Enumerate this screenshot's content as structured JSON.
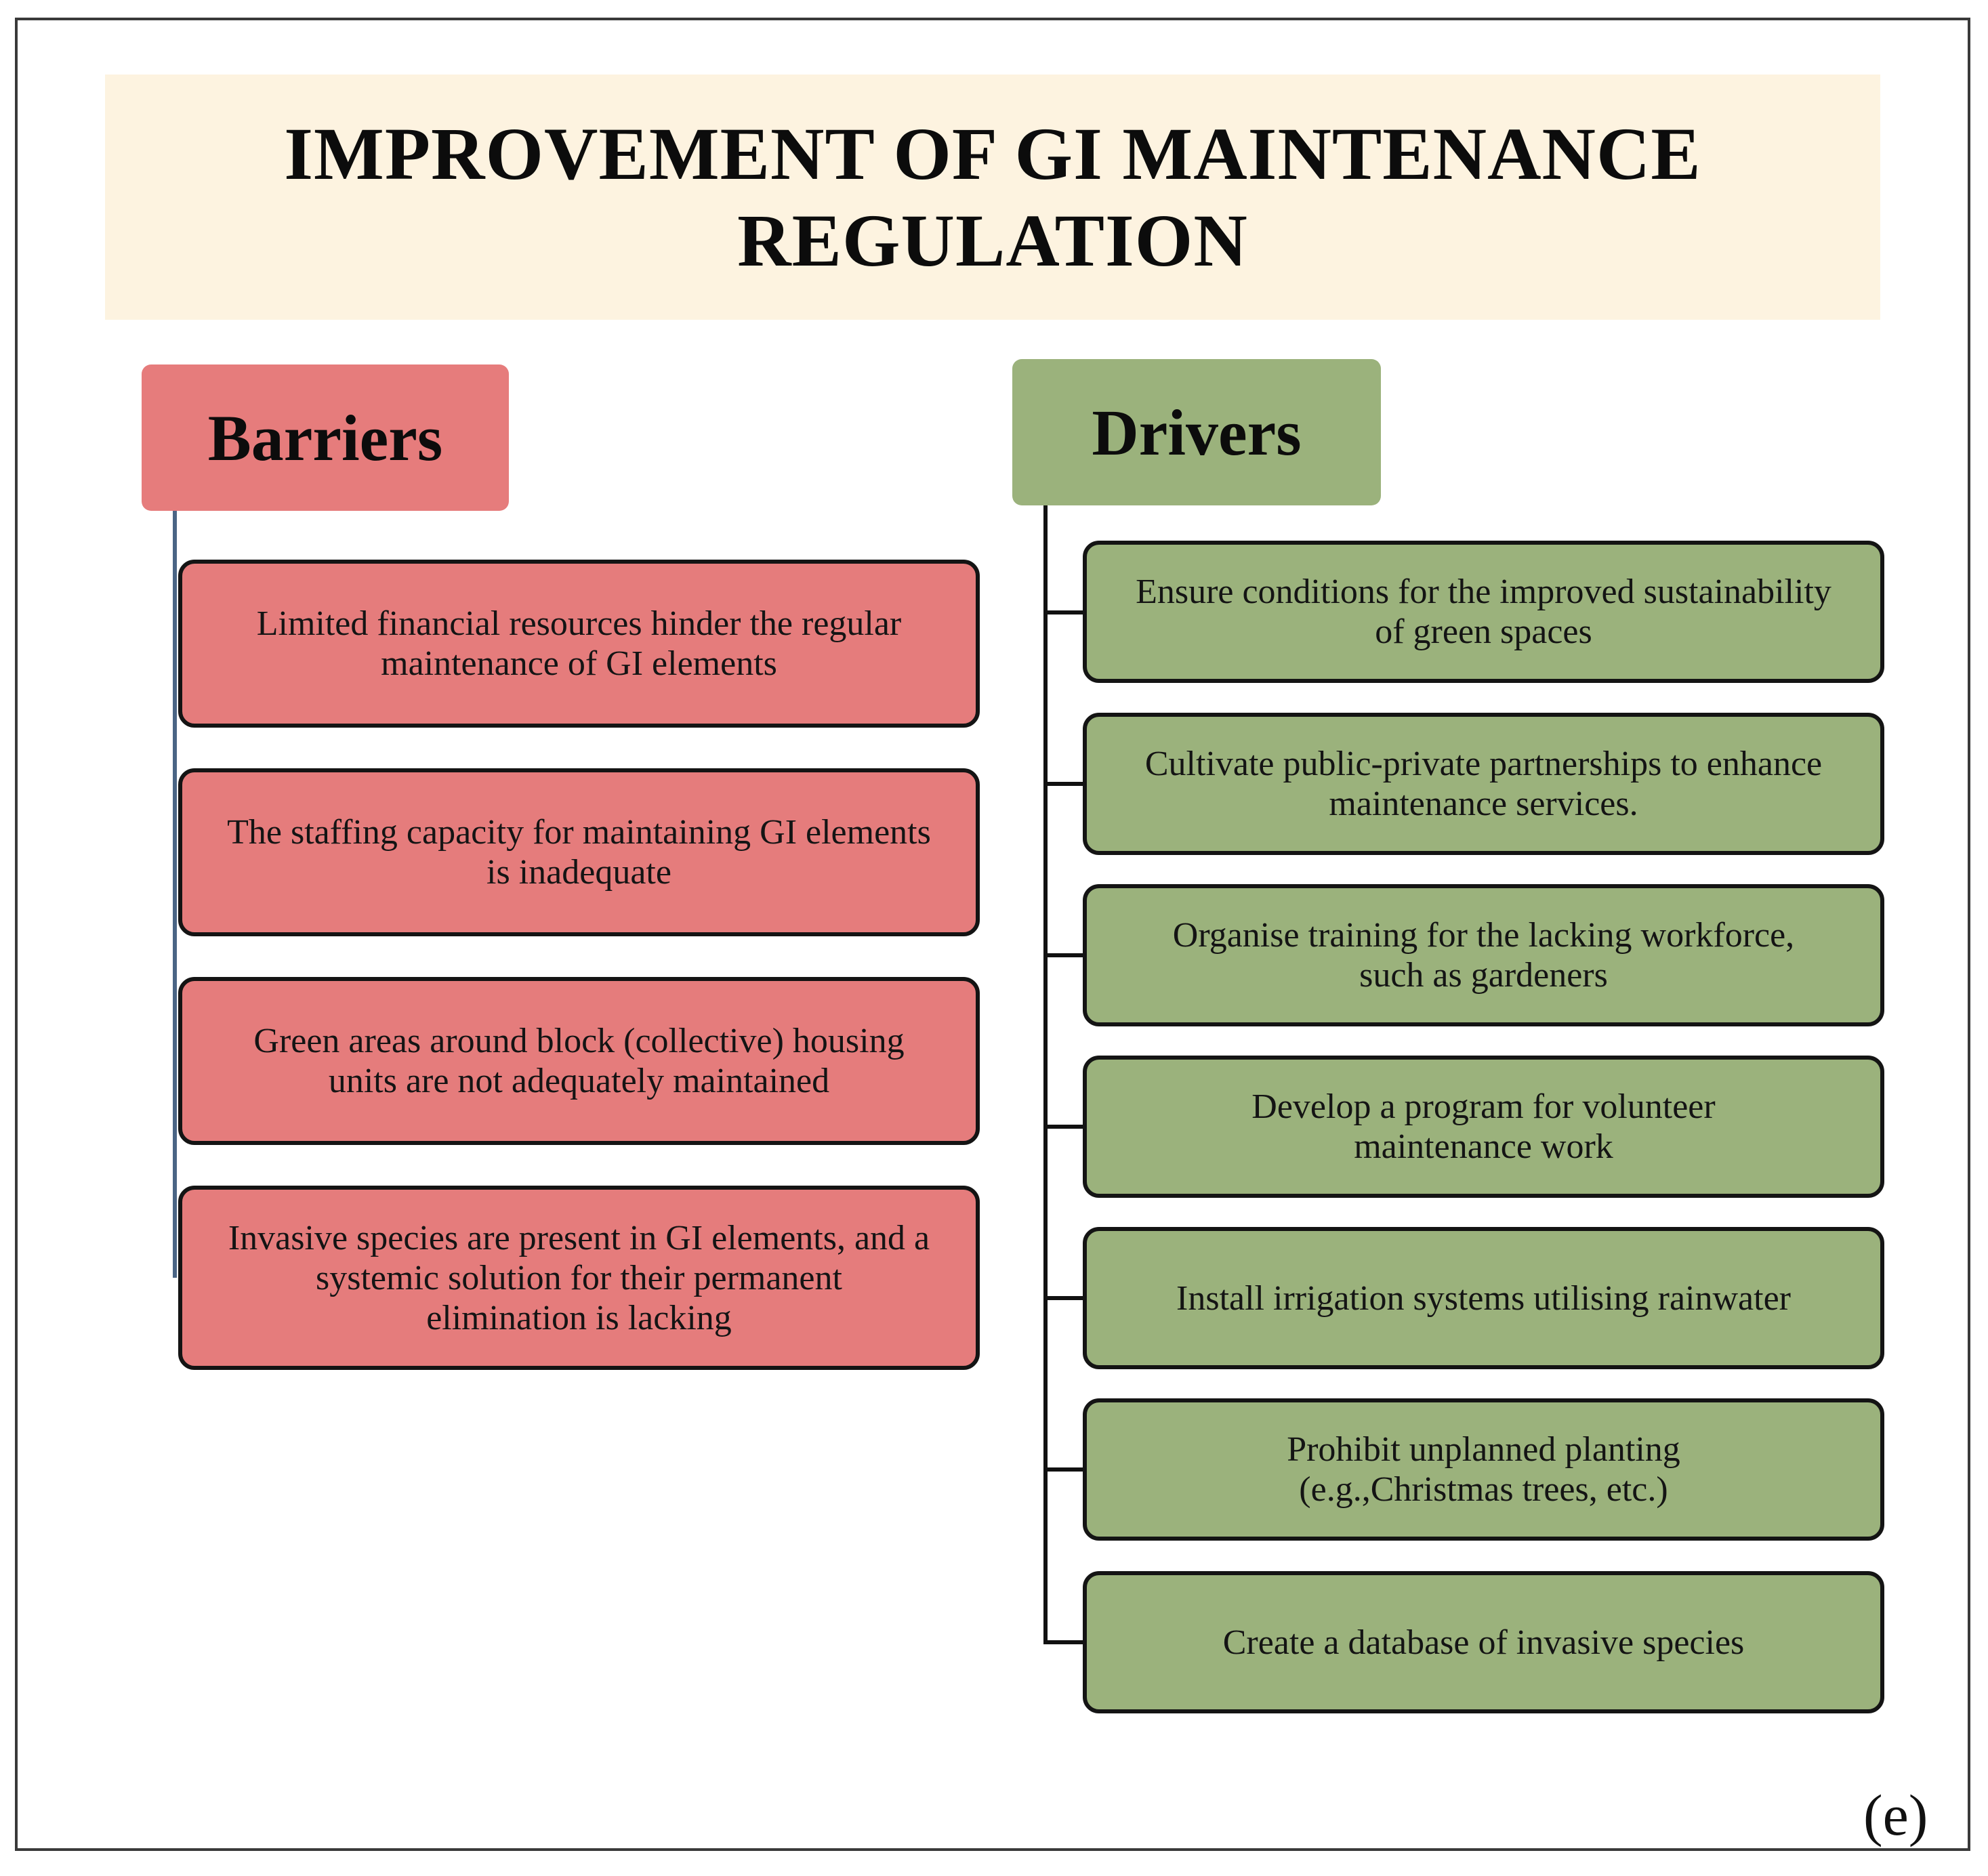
{
  "title": {
    "line1": "IMPROVEMENT OF GI MAINTENANCE",
    "line2": "REGULATION"
  },
  "barriers": {
    "header": "Barriers",
    "color": "#e67c7c",
    "items": [
      "Limited financial resources hinder the regular\nmaintenance of GI elements",
      "The staffing capacity for maintaining GI elements\nis inadequate",
      "Green areas around block (collective) housing\nunits are not adequately maintained",
      "Invasive species are present in GI elements, and a\nsystemic solution for their permanent\nelimination is lacking"
    ]
  },
  "drivers": {
    "header": "Drivers",
    "color": "#9bb27c",
    "items": [
      "Ensure conditions for the improved sustainability\nof green spaces",
      "Cultivate public-private partnerships to enhance\nmaintenance services.",
      "Organise training for the lacking workforce,\nsuch as gardeners",
      "Develop a program for volunteer\nmaintenance work",
      "Install irrigation systems utilising rainwater",
      "Prohibit unplanned planting\n(e.g.,Christmas trees, etc.)",
      "Create a database of invasive species"
    ]
  },
  "panel_label": "(e)"
}
